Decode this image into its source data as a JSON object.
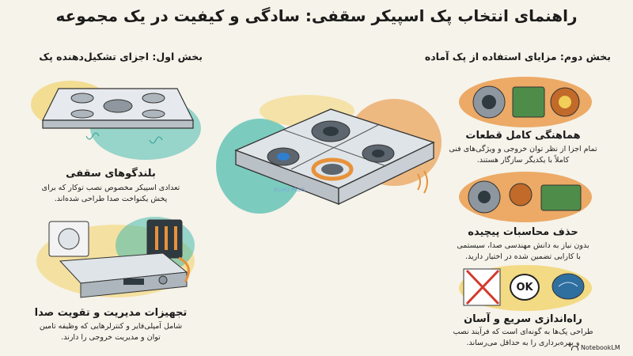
{
  "title": "راهنمای انتخاب پک اسپیکر سقفی: سادگی و کیفیت در یک مجموعه",
  "left_section": {
    "heading": "بخش اول: اجزای تشکیل‌دهنده پک",
    "items": [
      {
        "title": "بلندگوهای سقفی",
        "line1": "تعدادی اسپیکر مخصوص نصب توکار که برای",
        "line2": "پخش یکنواخت صدا طراحی شده‌اند."
      },
      {
        "title": "تجهیزات مدیریت و تقویت صدا",
        "line1": "شامل آمپلی‌فایر و کنترلرهایی که وظیفه تامین",
        "line2": "توان و مدیریت خروجی را دارند."
      }
    ]
  },
  "right_section": {
    "heading": "بخش دوم: مزایای استفاده از پک آماده",
    "items": [
      {
        "title": "هماهنگی کامل قطعات",
        "line1": "تمام اجزا از نظر توان خروجی و ویژگی‌های فنی",
        "line2": "کاملاً با یکدیگر سازگار هستند."
      },
      {
        "title": "حذف محاسبات پیچیده",
        "line1": "بدون نیاز به دانش مهندسی صدا، سیستمی",
        "line2": "با کارایی تضمین شده در اختیار دارید."
      },
      {
        "title": "راه‌اندازی سریع و آسان",
        "line1": "طراحی پک‌ها به گونه‌ای است که فرآیند نصب",
        "line2": "و بهره‌برداری را به حداقل می‌رساند."
      }
    ]
  },
  "center": {
    "watermark": "ECHO PLUS"
  },
  "ok_badge": "OK",
  "footer": "NotebookLM",
  "colors": {
    "teal": "#49b9ad",
    "orange": "#e8923a",
    "yellow": "#f2cf58",
    "panel": "#dfe4e8",
    "accent_blue": "#2f7fd1"
  }
}
